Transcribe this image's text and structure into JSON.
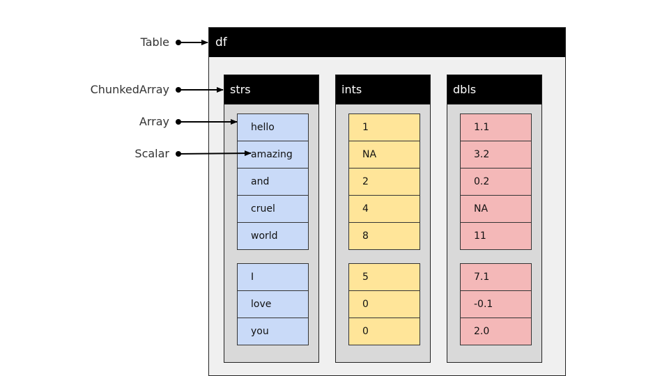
{
  "legend": {
    "table": "Table",
    "chunked_array": "ChunkedArray",
    "array": "Array",
    "scalar": "Scalar"
  },
  "table": {
    "name": "df",
    "columns": [
      {
        "name": "strs",
        "color": "#c9daf8",
        "chunks": [
          [
            "hello",
            "amazing",
            "and",
            "cruel",
            "world"
          ],
          [
            "I",
            "love",
            "you"
          ]
        ]
      },
      {
        "name": "ints",
        "color": "#ffe599",
        "chunks": [
          [
            "1",
            "NA",
            "2",
            "4",
            "8"
          ],
          [
            "5",
            "0",
            "0"
          ]
        ]
      },
      {
        "name": "dbls",
        "color": "#f4b8b8",
        "chunks": [
          [
            "1.1",
            "3.2",
            "0.2",
            "NA",
            "11"
          ],
          [
            "7.1",
            "-0.1",
            "2.0"
          ]
        ]
      }
    ]
  }
}
